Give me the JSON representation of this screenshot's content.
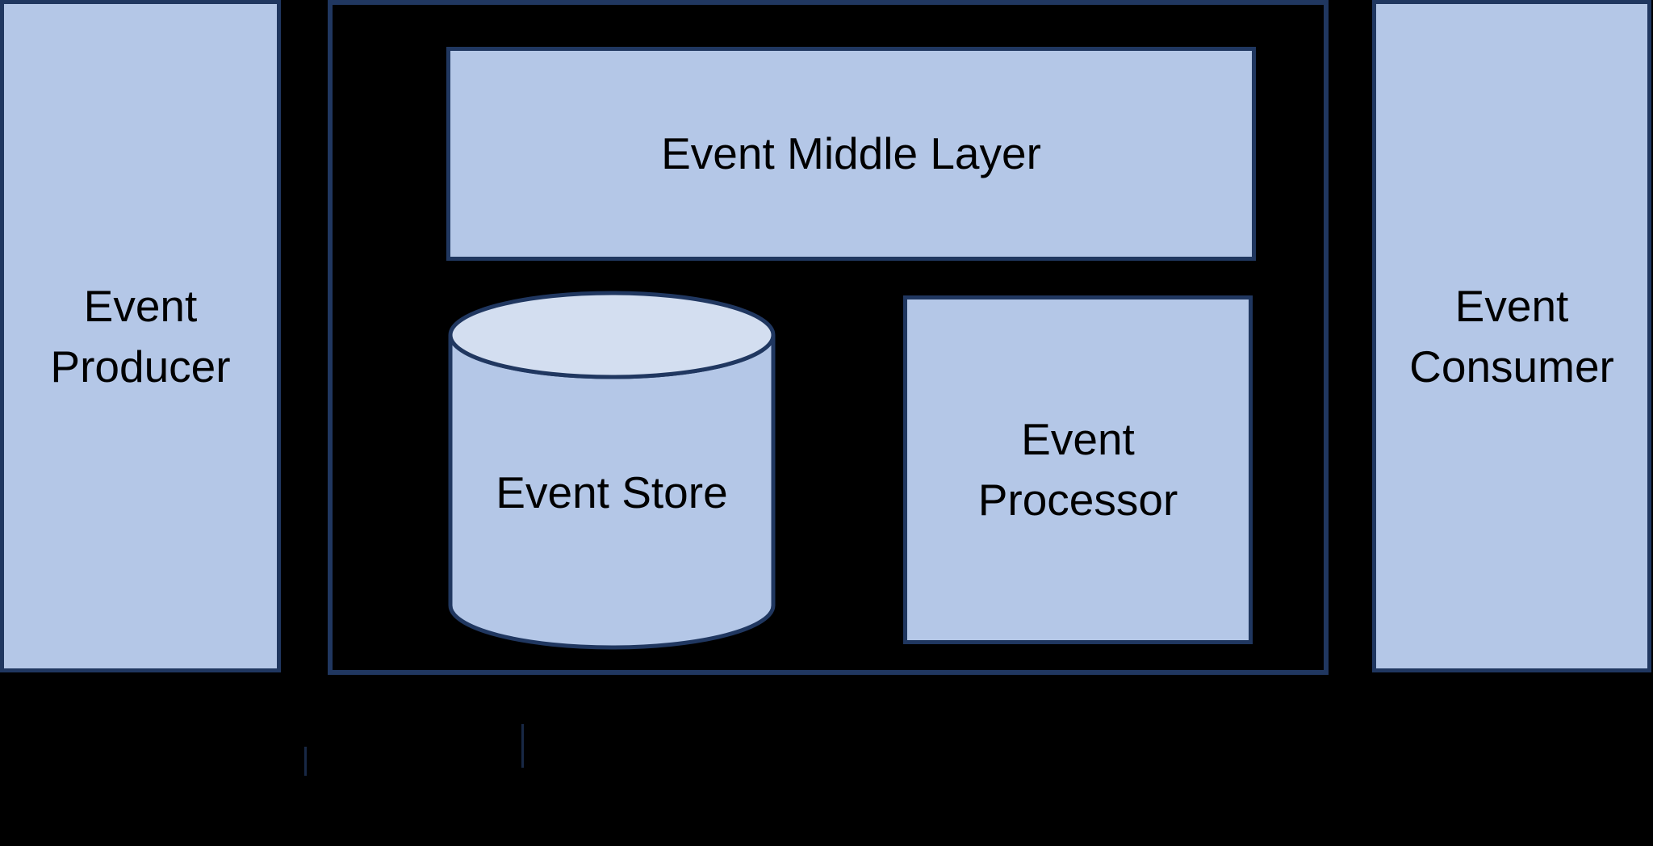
{
  "canvas": {
    "background": "#000000"
  },
  "colors": {
    "background": "#000000",
    "box_fill": "#B4C7E7",
    "cylinder_top_fill": "#D3DEF0",
    "border": "#203760",
    "text": "#000000"
  },
  "nodes": {
    "event_producer": {
      "lines": [
        "Event",
        "Producer"
      ]
    },
    "event_middle_layer": {
      "label": "Event Middle Layer"
    },
    "event_store": {
      "label": "Event Store"
    },
    "event_processor": {
      "lines": [
        "Event",
        "Processor"
      ]
    },
    "event_consumer": {
      "lines": [
        "Event",
        "Consumer"
      ]
    }
  }
}
